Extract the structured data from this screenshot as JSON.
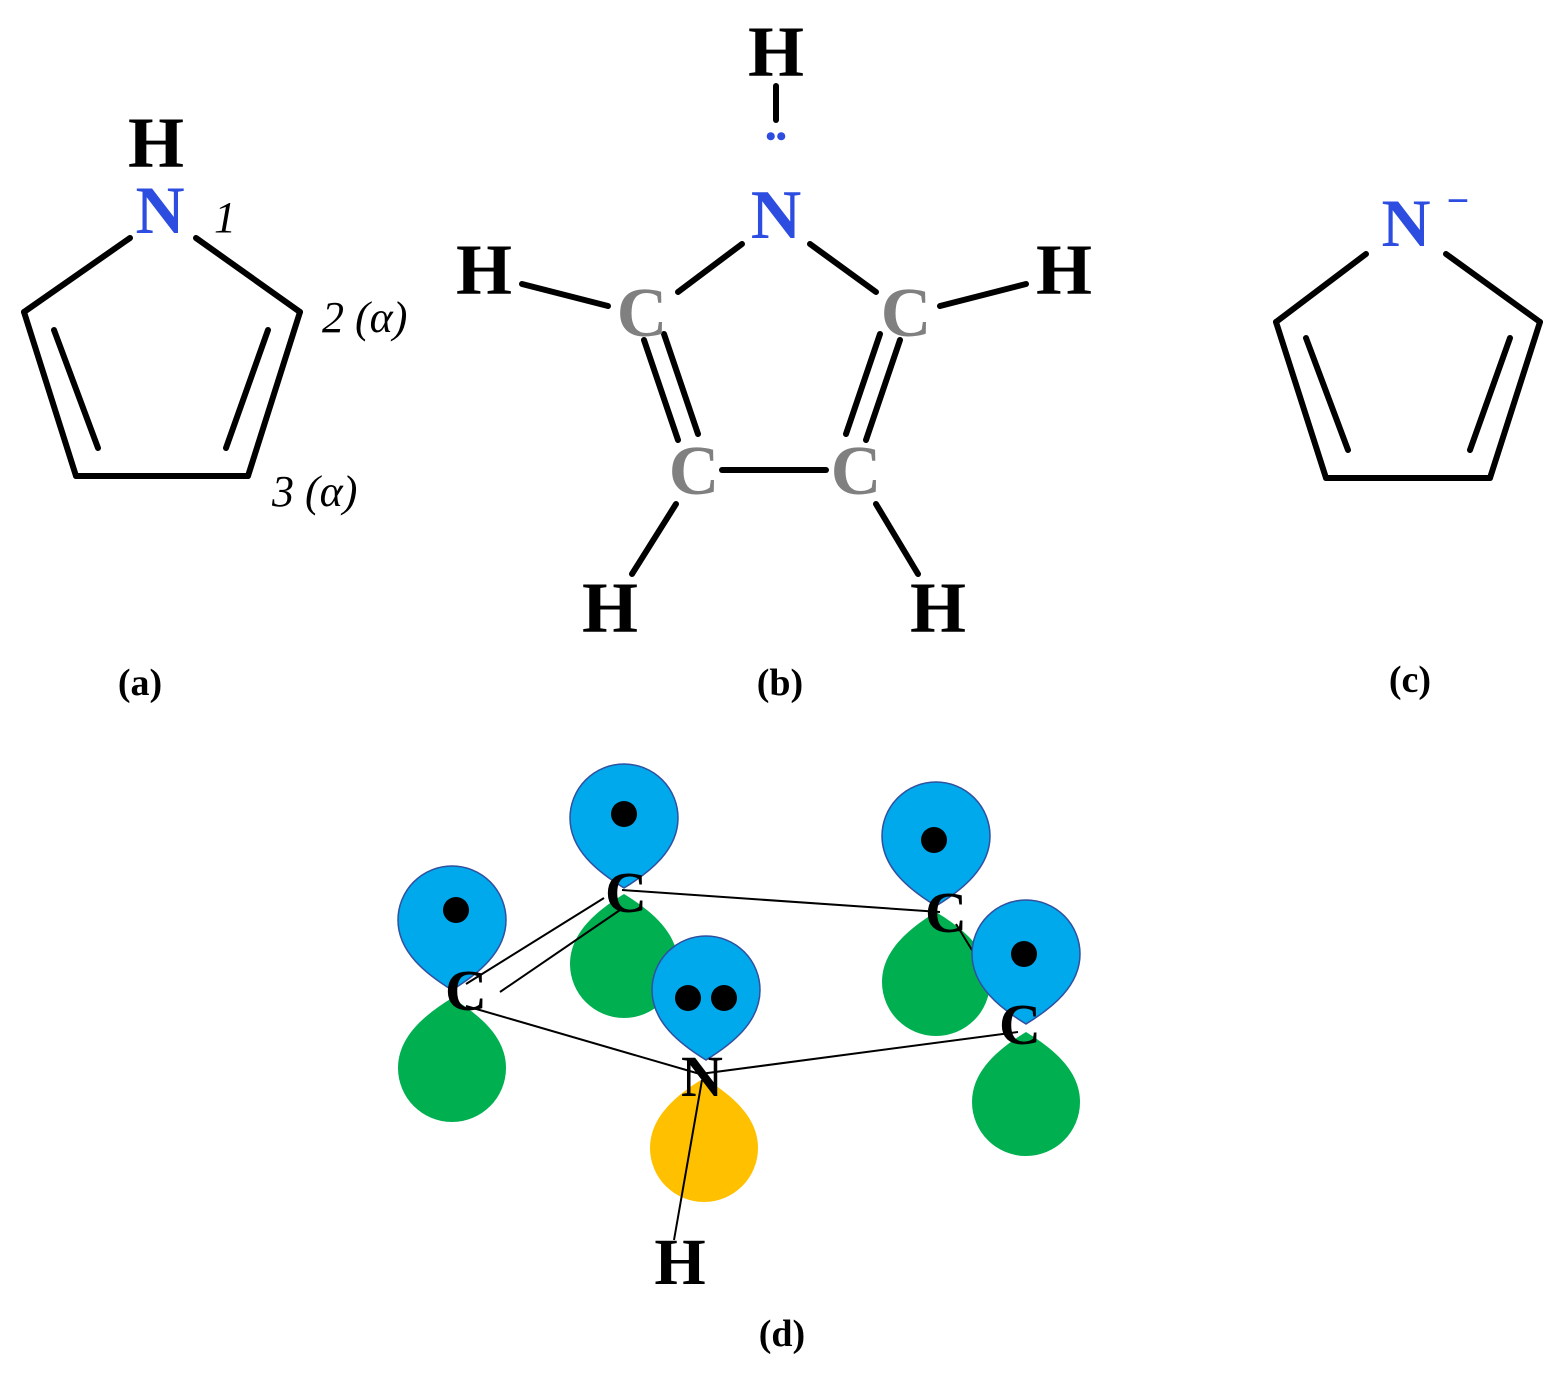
{
  "colors": {
    "nitrogen": "#2c4de0",
    "carbon_gray": "#808080",
    "bond": "#000000",
    "orbital_blue": "#00a8ec",
    "orbital_green": "#00b050",
    "orbital_yellow": "#ffc000"
  },
  "panel_a": {
    "caption": "(a)",
    "atom_h": "H",
    "atom_n": "N",
    "pos_1": "1",
    "pos_2": "2 (α)",
    "pos_3": "3 (α)"
  },
  "panel_b": {
    "caption": "(b)",
    "h": "H",
    "n": "N",
    "c": "C",
    "lone_pair": "••"
  },
  "panel_c": {
    "caption": "(c)",
    "n": "N",
    "charge": "−"
  },
  "panel_d": {
    "caption": "(d)",
    "c": "C",
    "n": "N",
    "h": "H"
  }
}
